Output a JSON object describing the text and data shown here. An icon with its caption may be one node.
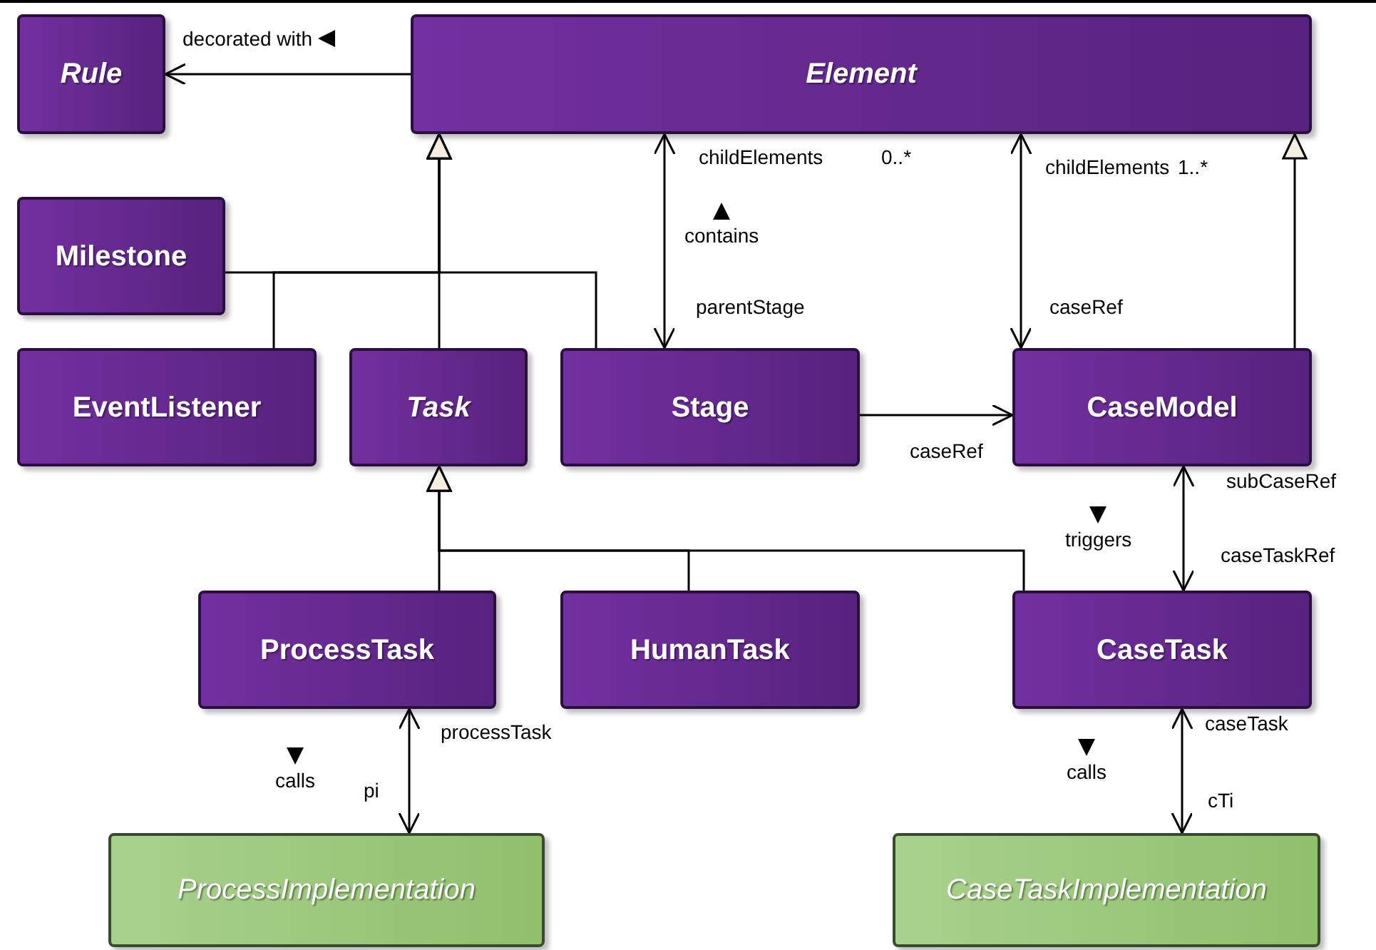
{
  "diagram": {
    "nodes": [
      {
        "text": [
          "Rule"
        ]
      },
      {
        "text": [
          "Element"
        ]
      },
      {
        "text": [
          "Milestone"
        ]
      },
      {
        "text": [
          "EventListener"
        ]
      },
      {
        "text": [
          "Task"
        ]
      },
      {
        "text": [
          "Stage"
        ]
      },
      {
        "text": [
          "CaseModel"
        ]
      },
      {
        "text": [
          "ProcessTask"
        ]
      },
      {
        "text": [
          "HumanTask"
        ]
      },
      {
        "text": [
          "CaseTask"
        ]
      },
      {
        "text": [
          "ProcessImplementation"
        ]
      },
      {
        "text": [
          "CaseTaskImplementation"
        ]
      }
    ],
    "edges": [
      {
        "from": 1,
        "to": 0,
        "arrow": "to",
        "label": "decorated with"
      },
      {
        "from": 2,
        "to": 1,
        "arrow": "to"
      },
      {
        "from": 3,
        "to": 1,
        "arrow": "to"
      },
      {
        "from": 4,
        "to": 1,
        "arrow": "to"
      },
      {
        "from": 5,
        "to": 1,
        "arrow": "to"
      },
      {
        "from": 1,
        "to": 5,
        "arrow": "both",
        "label": "contains"
      },
      {
        "from": 1,
        "to": 6,
        "arrow": "both"
      },
      {
        "from": 6,
        "to": 1,
        "arrow": "to"
      },
      {
        "from": 5,
        "to": 6,
        "arrow": "to",
        "label": "caseRef"
      },
      {
        "from": 6,
        "to": 9,
        "arrow": "both",
        "label": "triggers"
      },
      {
        "from": 7,
        "to": 4,
        "arrow": "to"
      },
      {
        "from": 8,
        "to": 4,
        "arrow": "to"
      },
      {
        "from": 9,
        "to": 4,
        "arrow": "to"
      },
      {
        "from": 7,
        "to": 10,
        "arrow": "both",
        "label": "calls"
      },
      {
        "from": 9,
        "to": 11,
        "arrow": "both",
        "label": "calls"
      }
    ],
    "labels": [
      "childElements",
      "0..*",
      "parentStage",
      "childElements",
      "1..*",
      "caseRef",
      "subCaseRef",
      "caseTaskRef",
      "processTask",
      "pi",
      "caseTask",
      "cTi"
    ]
  }
}
